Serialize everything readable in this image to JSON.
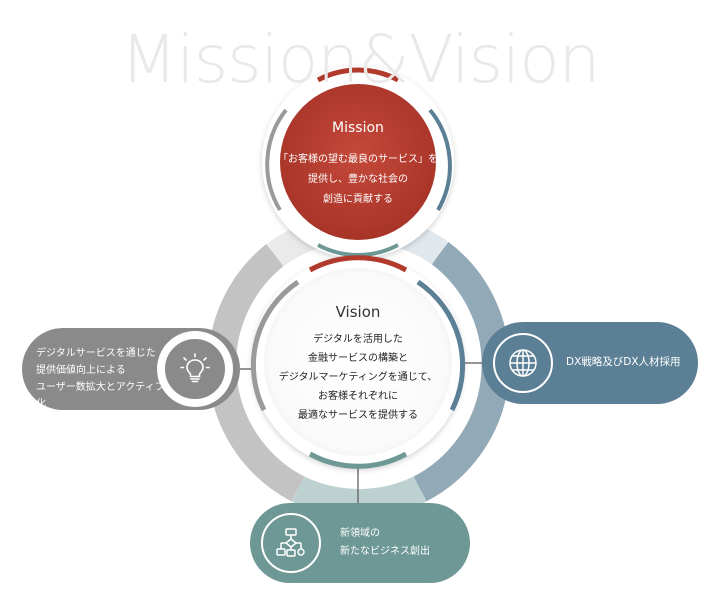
{
  "heading": "Mission&Vision",
  "mission": {
    "title": "Mission",
    "body": "「お客様の望む最良のサービス」を\n提供し、豊かな社会の\n創造に貢献する"
  },
  "vision": {
    "title": "Vision",
    "body": "デジタルを活用した\n金融サービスの構築と\nデジタルマーケティングを通じて、\nお客様それぞれに\n最適なサービスを提供する"
  },
  "pillars": {
    "left": {
      "text": "デジタルサービスを通じた\n提供価値向上による\nユーザー数拡大とアクティブ化",
      "icon": "lightbulb-icon"
    },
    "right": {
      "text": "DX戦略及びDX人材採用",
      "icon": "globe-icon"
    },
    "bottom": {
      "text": "新領域の\n新たなビジネス創出",
      "icon": "flowchart-icon"
    }
  },
  "colors": {
    "mission_red": "#b23a2c",
    "ring_gray": "#9a9a9a",
    "ring_blue": "#5b7f95",
    "ring_teal": "#6e9895",
    "pill_gray": "#8a8a8a",
    "pill_blue": "#5b7f95",
    "pill_teal": "#6e9895"
  }
}
